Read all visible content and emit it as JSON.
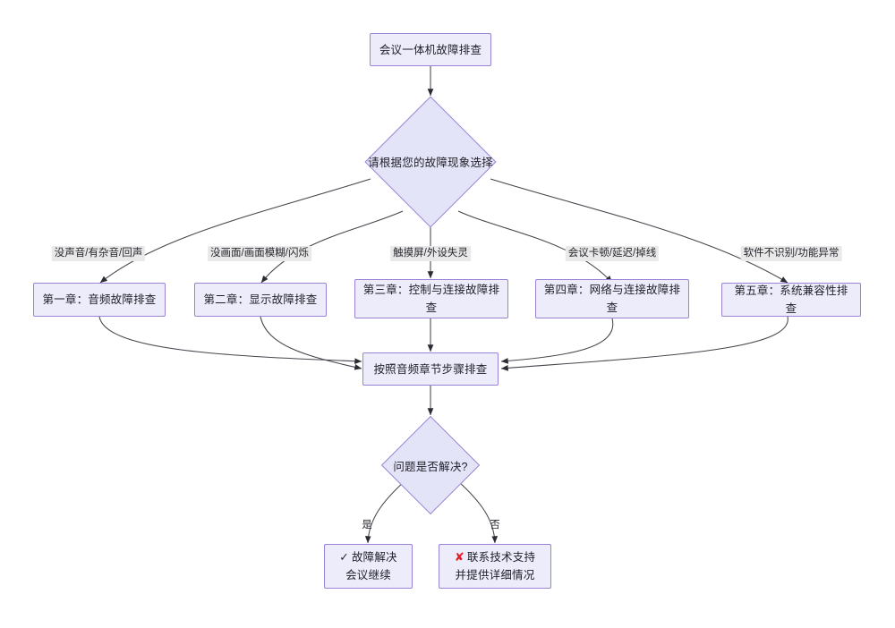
{
  "diagram": {
    "title_node": {
      "label": "会议一体机故障排查"
    },
    "decision_main": {
      "label": "请根据您的故障现象选择"
    },
    "branch_labels": [
      "没声音/有杂音/回声",
      "没画面/画面模糊/闪烁",
      "触摸屏/外设失灵",
      "会议卡顿/延迟/掉线",
      "软件不识别/功能异常"
    ],
    "chapters": [
      {
        "label": "第一章：音频故障排查"
      },
      {
        "label": "第二章：显示故障排查"
      },
      {
        "label": "第三章：控制与连接故障排查"
      },
      {
        "label": "第四章：网络与连接故障排查"
      },
      {
        "label": "第五章：系统兼容性排查"
      }
    ],
    "merge_node": {
      "label": "按照音频章节步骤排查"
    },
    "decision_resolved": {
      "label": "问题是否解决?"
    },
    "yes_label": "是",
    "no_label": "否",
    "result_success": {
      "icon": "check-mark",
      "icon_glyph": "✓",
      "line1": "故障解决",
      "line2": "会议继续"
    },
    "result_failure": {
      "icon": "cross-mark",
      "icon_glyph": "✘",
      "line1": "联系技术支持",
      "line2": "并提供详细情况"
    },
    "colors": {
      "node_fill": "#ECECFB",
      "node_border": "#9A82D4",
      "diamond_fill": "#E4E4F8",
      "edge_stroke": "#45454d",
      "label_bg": "#E9E9E9",
      "fail_icon": "#E11D22",
      "background": "#FFFFFF"
    }
  }
}
